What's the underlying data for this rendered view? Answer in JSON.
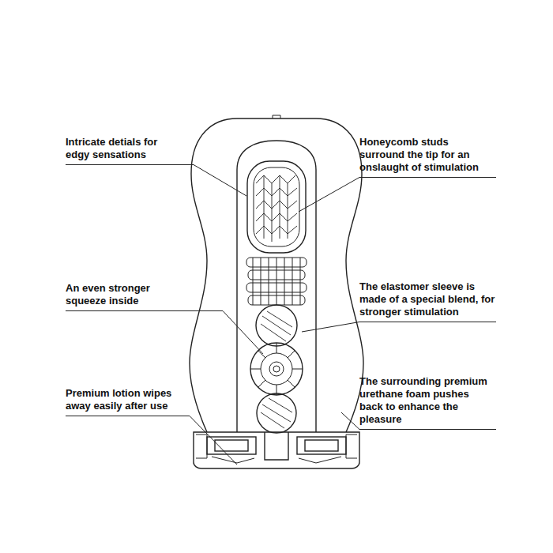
{
  "diagram": {
    "labels": [
      "Intricate detials for edgy sensations",
      "Honeycomb studs surround the tip for an onslaught of stimulation",
      "An even stronger squeeze inside",
      "The elastomer sleeve is made of a special blend, for stronger stimulation",
      "Premium lotion wipes away easily after use",
      "The surrounding premium urethane foam pushes back to enhance the pleasure"
    ]
  }
}
